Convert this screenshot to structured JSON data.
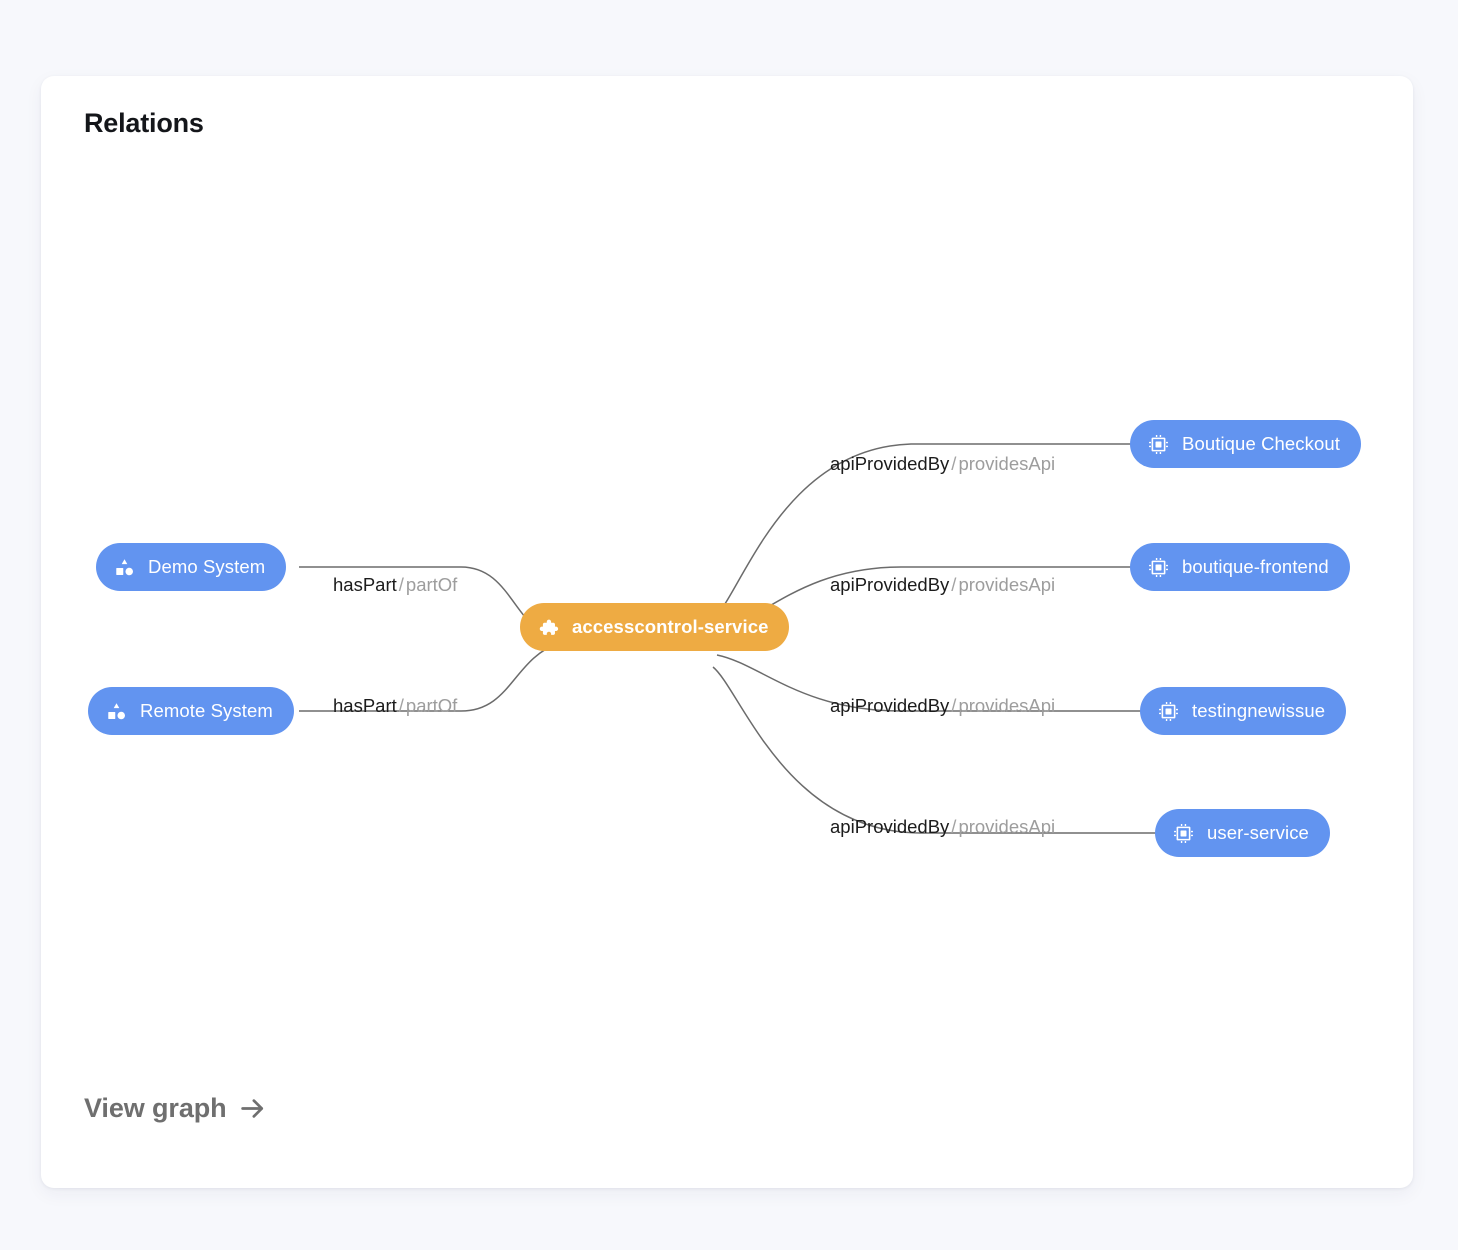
{
  "card": {
    "title": "Relations",
    "footer_link": {
      "label": "View graph",
      "icon": "arrow-right-icon"
    }
  },
  "colors": {
    "page_background": "#f7f8fc",
    "card_background": "#ffffff",
    "entity_node": "#6294f0",
    "focus_node": "#eeab43",
    "node_text": "#ffffff",
    "edge_stroke": "#6b6b6b",
    "relation_forward_text": "#1c1c1c",
    "relation_reverse_text": "#9d9d9d",
    "title_text": "#14161a",
    "footer_text": "#6f6f6f"
  },
  "graph": {
    "focus_node": {
      "id": "accesscontrol-service",
      "label": "accesscontrol-service",
      "icon": "puzzle-piece-icon",
      "kind": "component"
    },
    "nodes": [
      {
        "id": "demo-system",
        "label": "Demo System",
        "icon": "shapes-icon",
        "kind": "system",
        "side": "left"
      },
      {
        "id": "remote-system",
        "label": "Remote System",
        "icon": "shapes-icon",
        "kind": "system",
        "side": "left"
      },
      {
        "id": "boutique-checkout",
        "label": "Boutique Checkout",
        "icon": "chip-icon",
        "kind": "api",
        "side": "right"
      },
      {
        "id": "boutique-frontend",
        "label": "boutique-frontend",
        "icon": "chip-icon",
        "kind": "api",
        "side": "right"
      },
      {
        "id": "testingnewissue",
        "label": "testingnewissue",
        "icon": "chip-icon",
        "kind": "api",
        "side": "right"
      },
      {
        "id": "user-service",
        "label": "user-service",
        "icon": "chip-icon",
        "kind": "api",
        "side": "right"
      }
    ],
    "edges": [
      {
        "from": "demo-system",
        "to": "accesscontrol-service",
        "forward": "hasPart",
        "separator": "/",
        "reverse": "partOf"
      },
      {
        "from": "remote-system",
        "to": "accesscontrol-service",
        "forward": "hasPart",
        "separator": "/",
        "reverse": "partOf"
      },
      {
        "from": "accesscontrol-service",
        "to": "boutique-checkout",
        "forward": "apiProvidedBy",
        "separator": "/",
        "reverse": "providesApi"
      },
      {
        "from": "accesscontrol-service",
        "to": "boutique-frontend",
        "forward": "apiProvidedBy",
        "separator": "/",
        "reverse": "providesApi"
      },
      {
        "from": "accesscontrol-service",
        "to": "testingnewissue",
        "forward": "apiProvidedBy",
        "separator": "/",
        "reverse": "providesApi"
      },
      {
        "from": "accesscontrol-service",
        "to": "user-service",
        "forward": "apiProvidedBy",
        "separator": "/",
        "reverse": "providesApi"
      }
    ]
  }
}
